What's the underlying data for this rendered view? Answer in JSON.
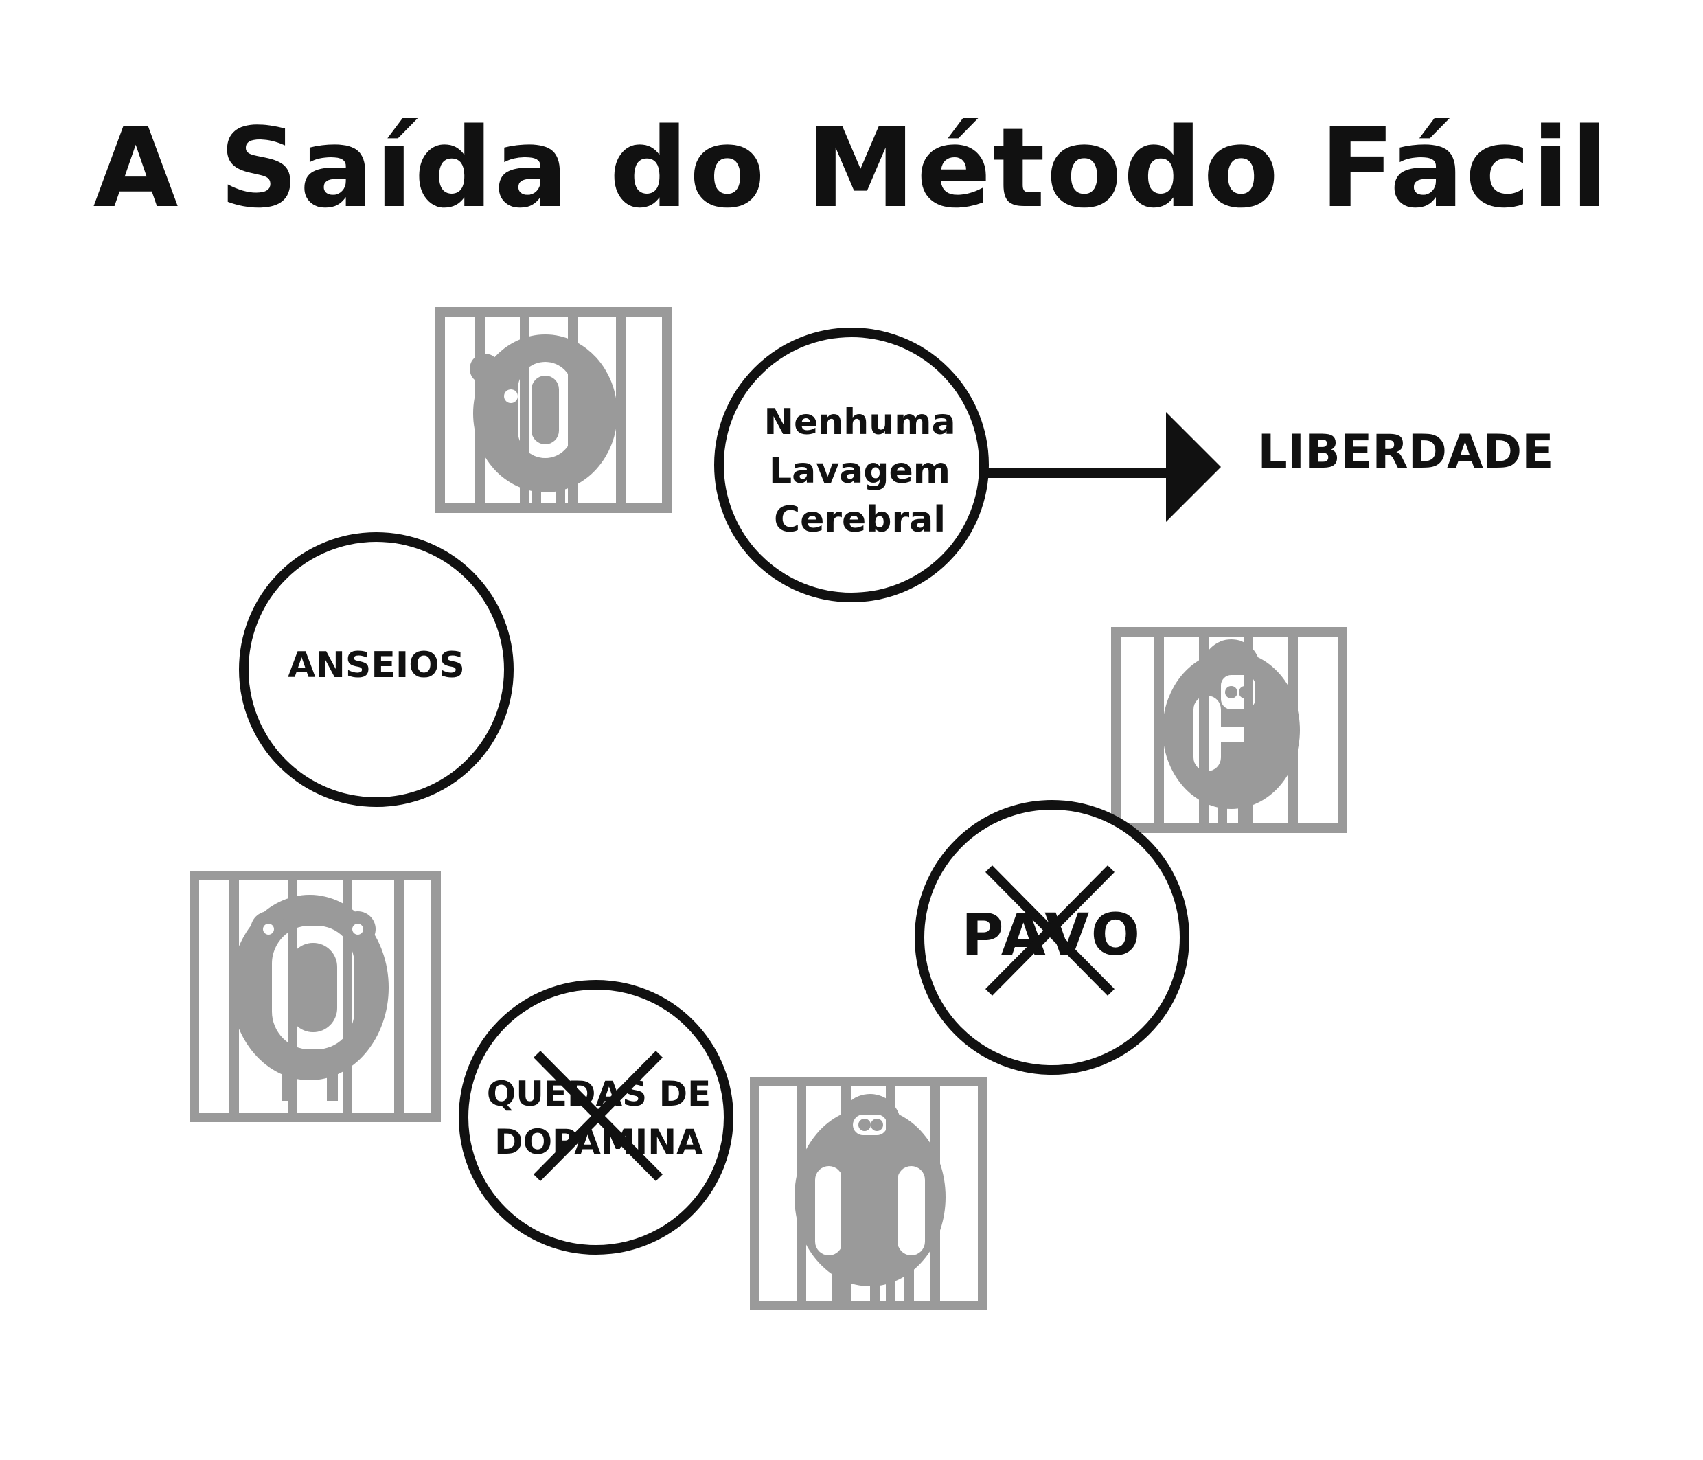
{
  "title": "A Saída do Método Fácil",
  "nodes": {
    "no_brainwashing": {
      "lines": [
        "Nenhuma",
        "Lavagem",
        "Cerebral"
      ]
    },
    "cravings": {
      "label": "ANSEIOS"
    },
    "dopamine_drops": {
      "lines": [
        "QUEDAS DE",
        "DOPAMINA"
      ],
      "crossed": true
    },
    "fear": {
      "label": "PAVO",
      "crossed": true
    }
  },
  "freedom_label": "LIBERDADE",
  "colors": {
    "ink": "#111111",
    "cage": "#9a9a9a",
    "background": "#ffffff"
  },
  "icons": [
    "caged-monster-icon",
    "caged-monster-icon",
    "caged-monster-icon",
    "caged-monster-icon",
    "arrow-right-icon",
    "cross-out-icon"
  ]
}
